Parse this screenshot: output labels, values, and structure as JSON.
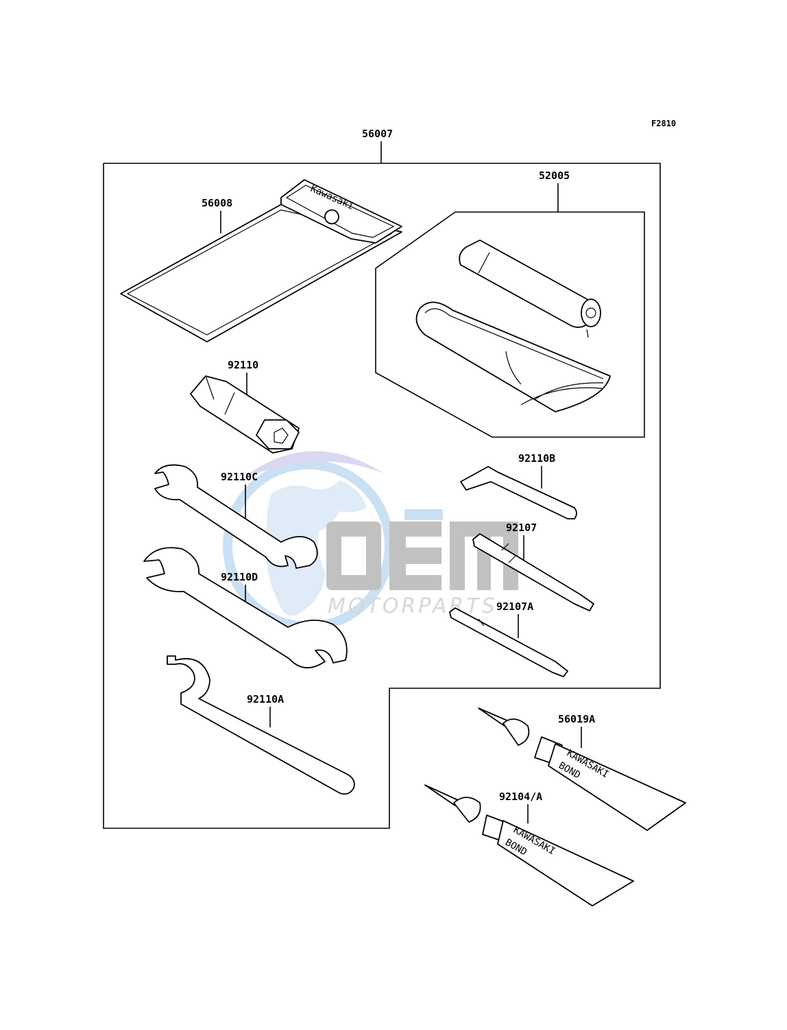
{
  "figure_ref": "F2810",
  "parts": {
    "p56007": "56007",
    "p56008": "56008",
    "p52005": "52005",
    "p92110": "92110",
    "p92110C": "92110C",
    "p92110D": "92110D",
    "p92110A": "92110A",
    "p92110B": "92110B",
    "p92107": "92107",
    "p92107A": "92107A",
    "p56019A": "56019A",
    "p92104A": "92104/A"
  },
  "pouch_brand": "Kawasaki",
  "tube_brand": "KAWASAKI",
  "tube_product": "BOND",
  "watermark": {
    "brand": "OEM",
    "tagline": "MOTORPARTS"
  }
}
